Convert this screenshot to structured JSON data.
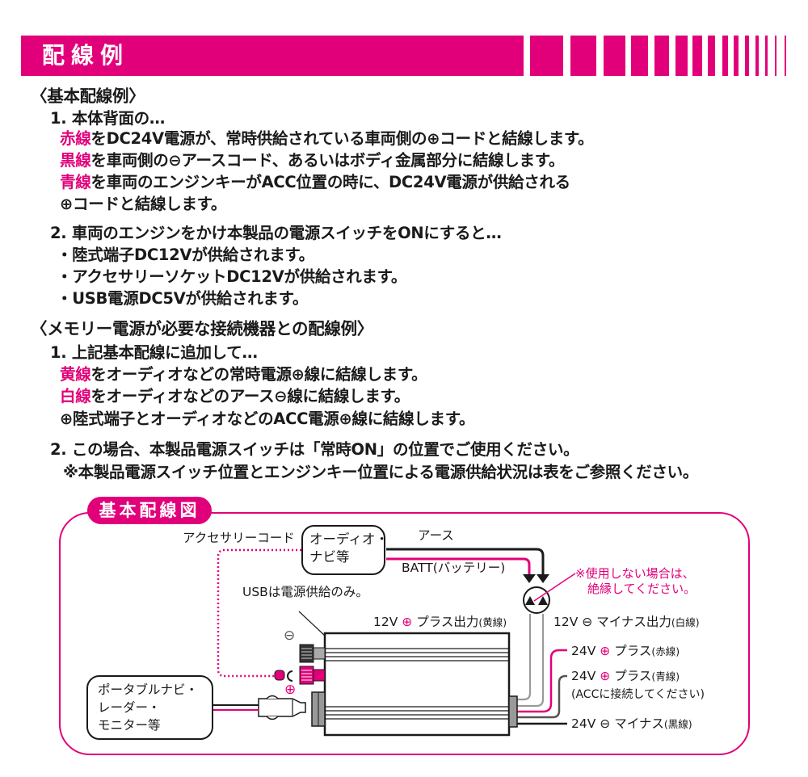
{
  "colors": {
    "accent": "#E2007A",
    "text": "#1a1a1a",
    "gray": "#9a9a9a"
  },
  "header": {
    "title": "配線例"
  },
  "basic": {
    "heading": "〈基本配線例〉",
    "step1": {
      "intro": "1. 本体背面の…",
      "lines": [
        {
          "wire": "赤線",
          "text": "をDC24V電源が、常時供給されている車両側の⊕コードと結線します。"
        },
        {
          "wire": "黒線",
          "text": "を車両側の⊖アースコード、あるいはボディ金属部分に結線します。"
        },
        {
          "wire": "青線",
          "text": "を車両のエンジンキーがACC位置の時に、DC24V電源が供給される"
        },
        {
          "wire": "",
          "text": "⊕コードと結線します。"
        }
      ]
    },
    "step2": {
      "intro": "2. 車両のエンジンをかけ本製品の電源スイッチをONにすると…",
      "bullets": [
        "・陸式端子DC12Vが供給されます。",
        "・アクセサリーソケットDC12Vが供給されます。",
        "・USB電源DC5Vが供給されます。"
      ]
    }
  },
  "memory": {
    "heading": "〈メモリー電源が必要な接続機器との配線例〉",
    "step1": {
      "intro": "1. 上記基本配線に追加して…",
      "lines": [
        {
          "wire": "黄線",
          "text": "をオーディオなどの常時電源⊕線に結線します。"
        },
        {
          "wire": "白線",
          "text": "をオーディオなどのアース⊖線に結線します。"
        },
        {
          "wire": "",
          "text": "⊕陸式端子とオーディオなどのACC電源⊕線に結線します。"
        }
      ]
    },
    "step2": {
      "intro": "2. この場合、本製品電源スイッチは「常時ON」の位置でご使用ください。",
      "note": "※本製品電源スイッチ位置とエンジンキー位置による電源供給状況は表をご参照ください。"
    }
  },
  "diagram": {
    "tab": "基本配線図",
    "accessory_cord": "アクセサリーコード",
    "audio_box": [
      "オーディオ・",
      "ナビ等"
    ],
    "earth": "アース",
    "batt": "BATT(バッテリー)",
    "note": [
      "※使用しない場合は、",
      "絶縁してください。"
    ],
    "usb_note": "USBは電源供給のみ。",
    "out12_plus": {
      "prefix": "12V",
      "sign": "⊕",
      "label": "プラス出力",
      "wire": "(黄線)"
    },
    "out12_minus": {
      "prefix": "12V",
      "sign": "⊖",
      "label": "マイナス出力",
      "wire": "(白線)"
    },
    "in24_plus_red": {
      "prefix": "24V",
      "sign": "⊕",
      "label": "プラス",
      "wire": "(赤線)"
    },
    "in24_plus_blue": {
      "prefix": "24V",
      "sign": "⊕",
      "label": "プラス",
      "wire": "(青線)",
      "sub": "(ACCに接続してください)"
    },
    "in24_minus": {
      "prefix": "24V",
      "sign": "⊖",
      "label": "マイナス",
      "wire": "(黒線)"
    },
    "terminal_minus": "⊖",
    "terminal_plus": "⊕",
    "portable_box": [
      "ポータブルナビ・",
      "レーダー・",
      "モニター等"
    ]
  }
}
